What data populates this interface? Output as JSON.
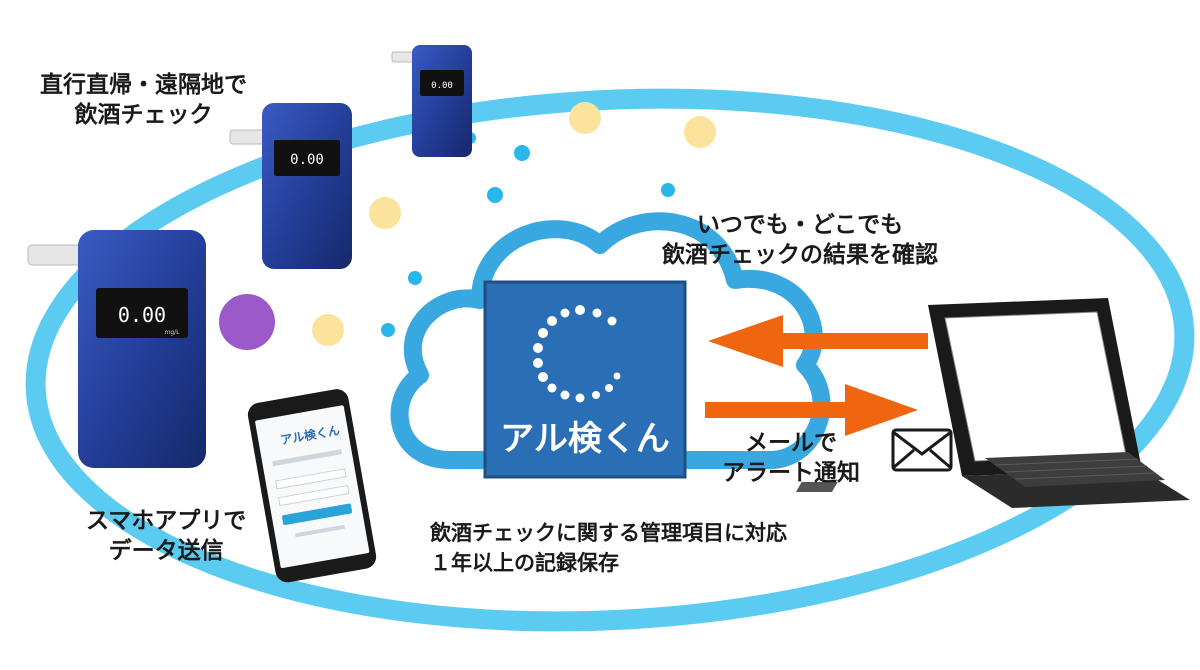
{
  "labels": {
    "remote": [
      "直行直帰・遠隔地で",
      "飲酒チェック"
    ],
    "anytime": [
      "いつでも・どこでも",
      "飲酒チェックの結果を確認"
    ],
    "mail": [
      "メールで",
      "アラート通知"
    ],
    "smartphone": [
      "スマホアプリで",
      "データ送信"
    ],
    "management": [
      "飲酒チェックに関する管理項目に対応",
      "１年以上の記録保存"
    ]
  },
  "devices": {
    "reading": "0.00",
    "unit": "mg/L"
  },
  "app": {
    "name": "アル検くん",
    "phone_logo": "アル検くん"
  },
  "colors": {
    "ellipse": "#5ccbf2",
    "cloud": "#3aa8e0",
    "app_tile": "#2a6fb5",
    "arrow": "#f0650f",
    "dot_yellow": "#fbe39c",
    "dot_blue": "#29b6ea",
    "dot_purple": "#9b59c9",
    "device_blue": "#243f9a"
  }
}
